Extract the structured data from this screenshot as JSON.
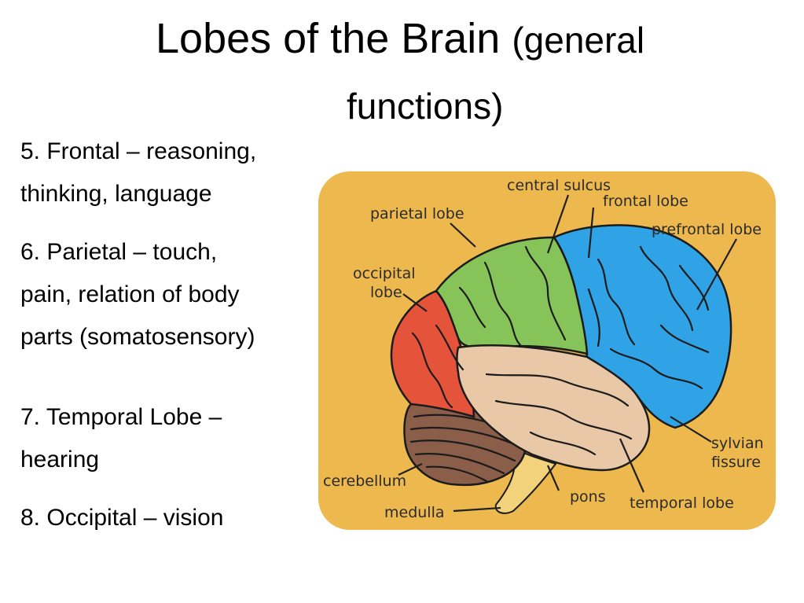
{
  "slide": {
    "title_main": "Lobes of the Brain",
    "title_sub_1": "(general",
    "title_sub_2": "functions)"
  },
  "bullets": [
    {
      "line1": "5.  Frontal – reasoning,",
      "line2": "thinking, language"
    },
    {
      "line1": "6. Parietal – touch,",
      "line2": "pain, relation of body",
      "line3": "parts (somatosensory)"
    },
    {
      "line1": "7.  Temporal Lobe –",
      "line2": "hearing"
    },
    {
      "line1": "8.  Occipital – vision"
    }
  ],
  "diagram": {
    "labels": {
      "central_sulcus": "central sulcus",
      "frontal_lobe": "frontal lobe",
      "parietal_lobe": "parietal lobe",
      "prefrontal_lobe": "prefrontal lobe",
      "occipital_lobe_1": "occipital",
      "occipital_lobe_2": "lobe",
      "sylvian_fissure_1": "sylvian",
      "sylvian_fissure_2": "fissure",
      "cerebellum": "cerebellum",
      "pons": "pons",
      "temporal_lobe": "temporal lobe",
      "medulla": "medulla"
    },
    "colors": {
      "background": "#EDB84D",
      "frontal": "#2FA3E6",
      "parietal": "#86C45A",
      "occipital": "#E5533B",
      "temporal": "#E8C8A6",
      "cerebellum": "#8B5E4A",
      "brainstem": "#F2D27A"
    }
  }
}
